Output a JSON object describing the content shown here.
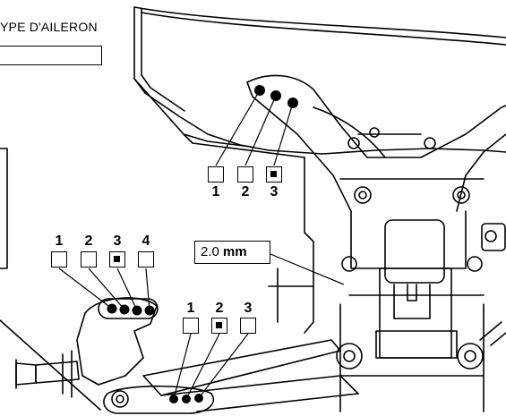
{
  "title": "YPE D'AILERON",
  "thickness": {
    "value": "2.0",
    "unit": "mm"
  },
  "groups": [
    {
      "id": "top",
      "options": [
        {
          "label": "1",
          "selected": false
        },
        {
          "label": "2",
          "selected": false
        },
        {
          "label": "3",
          "selected": true
        }
      ]
    },
    {
      "id": "left",
      "options": [
        {
          "label": "1",
          "selected": false
        },
        {
          "label": "2",
          "selected": false
        },
        {
          "label": "3",
          "selected": true
        },
        {
          "label": "4",
          "selected": false
        }
      ]
    },
    {
      "id": "bottom",
      "options": [
        {
          "label": "1",
          "selected": false
        },
        {
          "label": "2",
          "selected": true
        },
        {
          "label": "3",
          "selected": false
        }
      ]
    }
  ],
  "colors": {
    "line": "#000000",
    "background": "#ffffff"
  }
}
